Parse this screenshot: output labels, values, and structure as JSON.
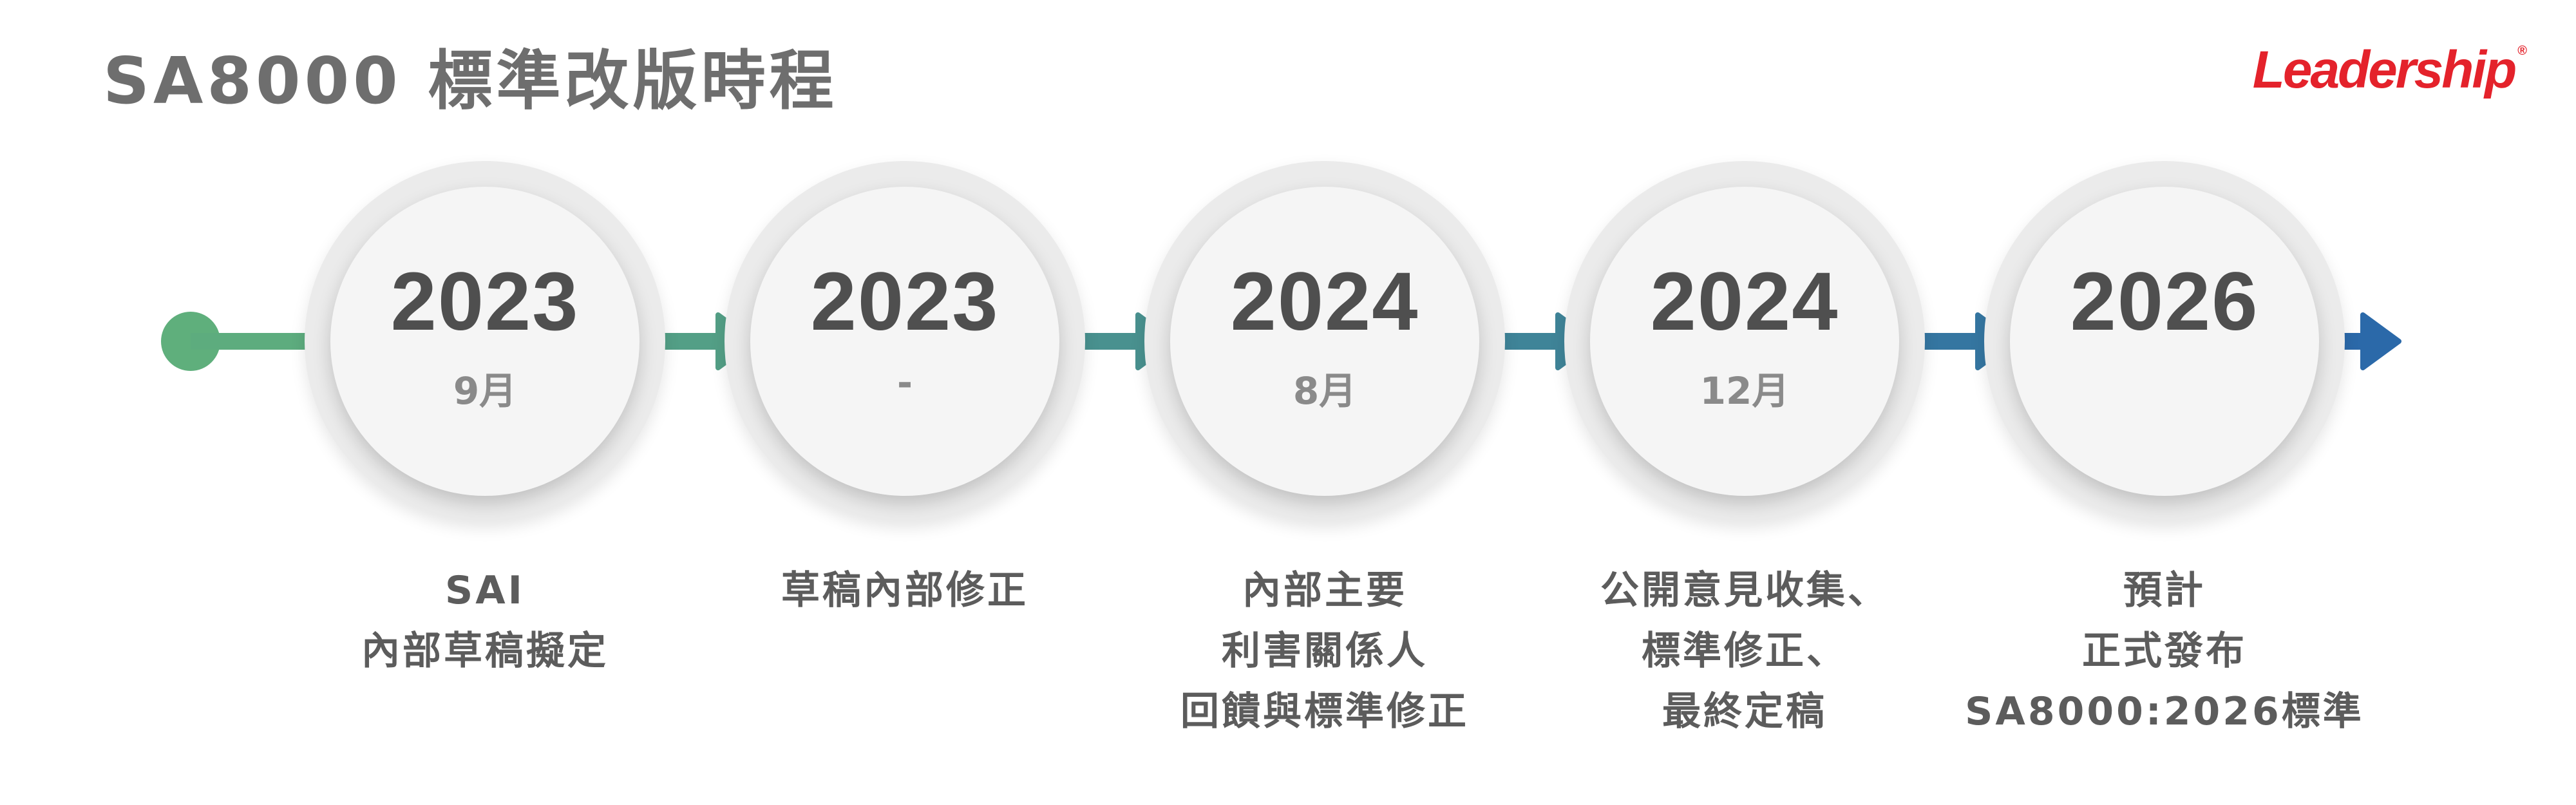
{
  "title": "SA8000 標準改版時程",
  "brand": {
    "name": "Leadership",
    "mark": "®",
    "color": "#e4222b"
  },
  "timeline": {
    "start_color": "#5faf7c",
    "end_color": "#2a68aa",
    "milestones": [
      {
        "year": "2023",
        "month": "9月",
        "lines": [
          "SAI",
          "內部草稿擬定"
        ]
      },
      {
        "year": "2023",
        "month": "-",
        "lines": [
          "草稿內部修正"
        ]
      },
      {
        "year": "2024",
        "month": "8月",
        "lines": [
          "內部主要",
          "利害關係人",
          "回饋與標準修正"
        ]
      },
      {
        "year": "2024",
        "month": "12月",
        "lines": [
          "公開意見收集、",
          "標準修正、",
          "最終定稿"
        ]
      },
      {
        "year": "2026",
        "month": "",
        "lines": [
          "預計",
          "正式發布",
          "SA8000:2026標準"
        ]
      }
    ]
  }
}
